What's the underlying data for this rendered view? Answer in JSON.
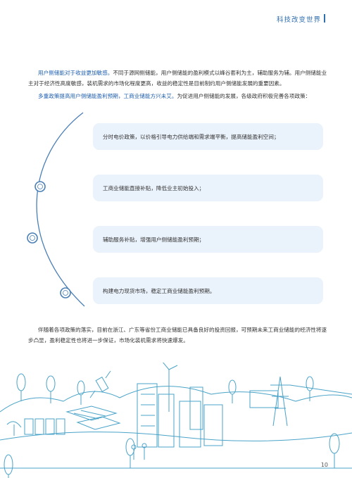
{
  "header": {
    "title": "科技改变世界"
  },
  "paragraphs": {
    "p1_lead": "用户侧储能对于收益更加敏感。",
    "p1_rest": "不同于源网侧储能，用户侧储能的盈利模式以峰谷套利为主，辅助服务为辅。用户侧储能业主对于经济性高度敏感，装机需求的市场化程度更高，收益的稳定性是目前制约用户侧储能发展的重要因素。",
    "p2_lead": "多重政策提高用户侧储能盈利预期，工商业储能方兴未艾。",
    "p2_rest": "为促进用户侧储能的发展，各级政府积极完善各项政策：",
    "p3": "伴随着各项政策的落实，目前在浙江、广东等省份工商业储能已具备良好的投资回报，可预期未来工商业储能的经济性将逐步凸显，盈利稳定性也将进一步保证，市场化装机需求将快速爆发。"
  },
  "policies": [
    "分时电价政策，以价格引导电力供给端和需求端平衡，提高储能盈利空间；",
    "工商业储能直接补贴，降低业主初始投入；",
    "辅助服务补贴，增强用户侧储能盈利预期；",
    "构建电力现货市场，稳定工商业储能盈利预期。"
  ],
  "page_number": "10",
  "colors": {
    "accent": "#1f5fae",
    "header": "#2f6fb0",
    "box_bg": "#eaf2fb",
    "line": "#4a7fb5"
  }
}
